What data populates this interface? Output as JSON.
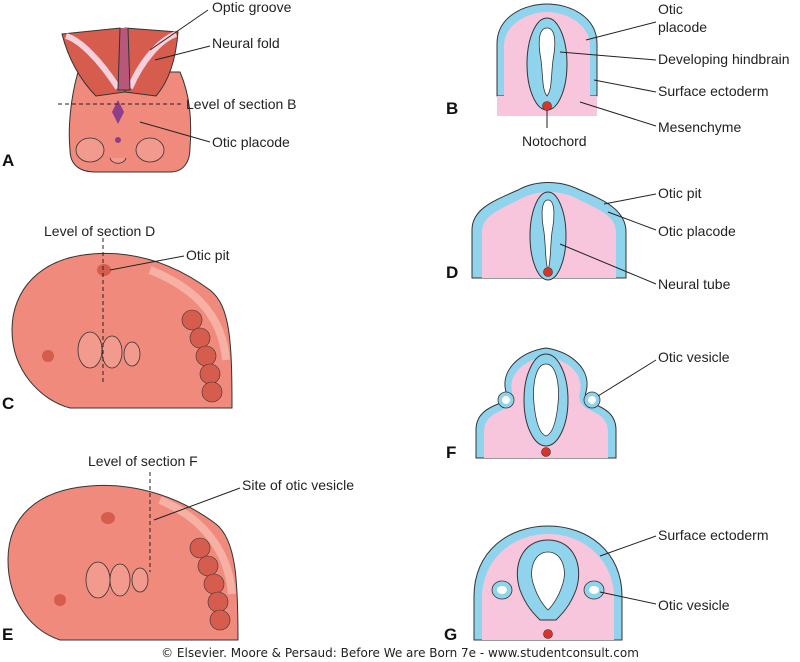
{
  "panel_letters": {
    "a": "A",
    "b": "B",
    "c": "C",
    "d": "D",
    "e": "E",
    "f": "F",
    "g": "G"
  },
  "labels": {
    "optic_groove": "Optic groove",
    "neural_fold": "Neural fold",
    "level_section_b": "Level of section B",
    "otic_placode_a": "Otic placode",
    "otic_placode_b_1": "Otic",
    "otic_placode_b_2": "placode",
    "developing_hindbrain": "Developing hindbrain",
    "surface_ectoderm_b": "Surface ectoderm",
    "mesenchyme": "Mesenchyme",
    "notochord": "Notochord",
    "level_section_d": "Level of section D",
    "otic_pit_c": "Otic pit",
    "otic_pit_d": "Otic pit",
    "otic_placode_d": "Otic placode",
    "neural_tube": "Neural tube",
    "otic_vesicle_f": "Otic vesicle",
    "level_section_f": "Level of section F",
    "site_otic_vesicle": "Site of otic vesicle",
    "surface_ectoderm_g": "Surface ectoderm",
    "otic_vesicle_g": "Otic vesicle"
  },
  "credit": "© Elsevier. Moore & Persaud: Before We are Born 7e - www.studentconsult.com",
  "colors": {
    "ectoderm": "#8fd3ec",
    "mesenchyme": "#f7c6dc",
    "embryo": "#ef8a7c",
    "embryo_dark": "#d65c4e",
    "notochord": "#d9342b",
    "outline": "#333333"
  }
}
